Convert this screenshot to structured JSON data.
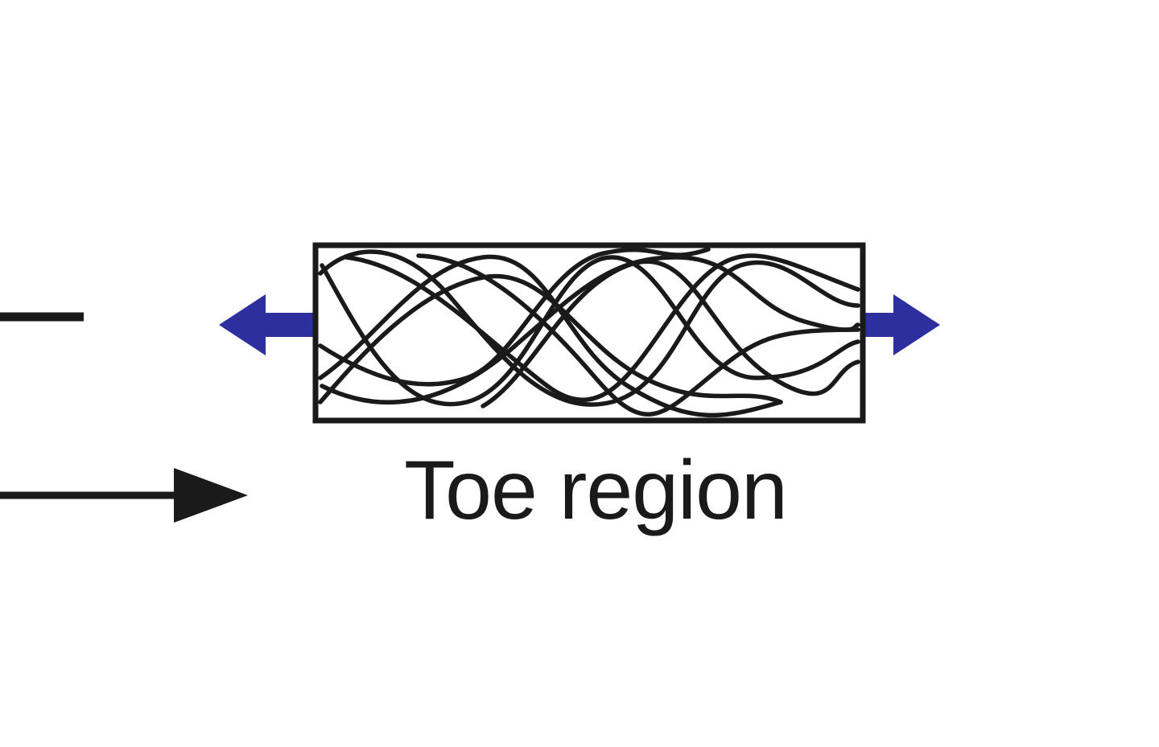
{
  "diagram": {
    "caption": "Toe region",
    "colors": {
      "stroke": "#1a1a1a",
      "stretch_arrow": "#2e2f9e",
      "background": "#ffffff"
    },
    "elements": {
      "fiber_box": "crimped-fiber-bundle",
      "left_arrow": "stretch-arrow-left",
      "right_arrow": "stretch-arrow-right",
      "edge_line": "partial-line",
      "edge_arrow": "partial-arrow"
    }
  }
}
